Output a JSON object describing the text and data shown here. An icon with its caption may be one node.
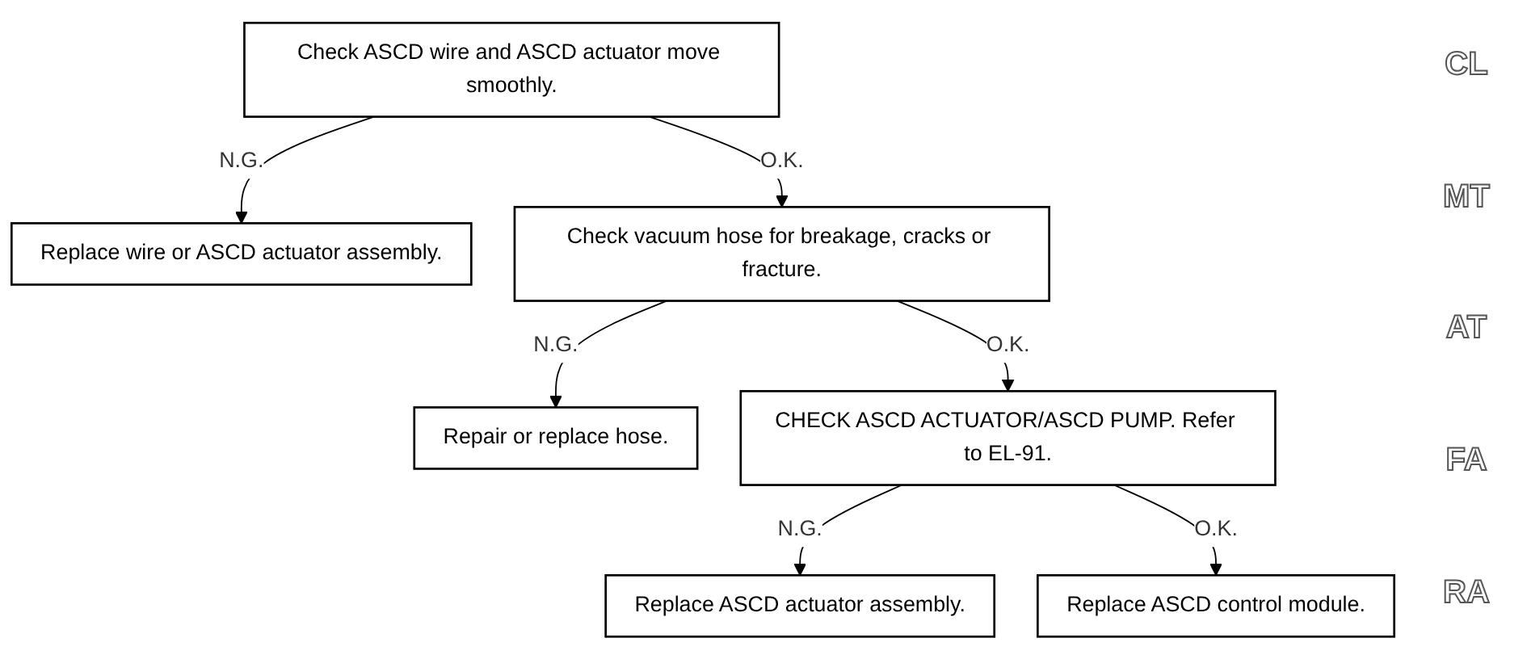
{
  "diagram": {
    "nodes": [
      {
        "text": [
          "Check ASCD wire and ASCD actuator move smoothly."
        ]
      },
      {
        "text": [
          "Replace wire or ASCD actuator assembly."
        ]
      },
      {
        "text": [
          "Check vacuum hose for breakage, cracks or fracture."
        ]
      },
      {
        "text": [
          "Repair or replace hose."
        ]
      },
      {
        "text": [
          "CHECK ASCD ACTUATOR/ASCD PUMP. Refer to EL-91."
        ]
      },
      {
        "text": [
          "Replace ASCD actuator assembly."
        ]
      },
      {
        "text": [
          "Replace ASCD control module."
        ]
      }
    ],
    "edges": [
      {
        "from": 0,
        "to": 1,
        "arrow": "to",
        "label": "N.G."
      },
      {
        "from": 0,
        "to": 2,
        "arrow": "to",
        "label": "O.K."
      },
      {
        "from": 2,
        "to": 3,
        "arrow": "to",
        "label": "N.G."
      },
      {
        "from": 2,
        "to": 4,
        "arrow": "to",
        "label": "O.K."
      },
      {
        "from": 4,
        "to": 5,
        "arrow": "to",
        "label": "N.G."
      },
      {
        "from": 4,
        "to": 6,
        "arrow": "to",
        "label": "O.K."
      }
    ],
    "labels": [
      "CL",
      "MT",
      "AT",
      "FA",
      "RA"
    ]
  }
}
